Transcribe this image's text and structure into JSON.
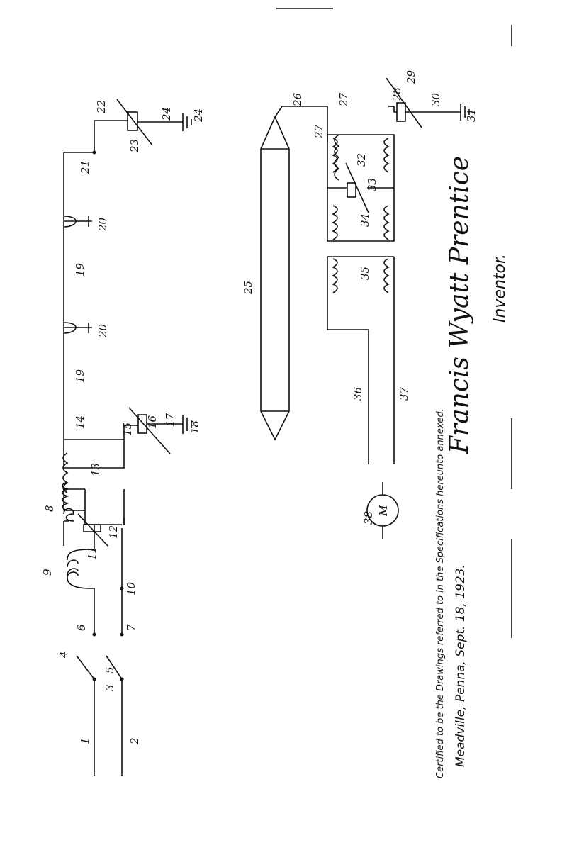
{
  "labels": {
    "l1": "1",
    "l2": "2",
    "l3": "3",
    "l4": "4",
    "l5": "5",
    "l6": "6",
    "l7": "7",
    "l8": "8",
    "l9": "9",
    "l10": "10",
    "l11": "11",
    "l12": "12",
    "l13": "13",
    "l14": "14",
    "l15": "15",
    "l16": "16",
    "l17": "17",
    "l18": "18",
    "l19a": "19",
    "l19b": "19",
    "l20a": "20",
    "l20b": "20",
    "l21": "21",
    "l22": "22",
    "l23": "23",
    "l24a": "24",
    "l24b": "24",
    "l25": "25",
    "l26": "26",
    "l27a": "27",
    "l27b": "27",
    "l28": "28",
    "l29": "29",
    "l30": "30",
    "l31": "31",
    "l32": "32",
    "l33": "33",
    "l34": "34",
    "l35": "35",
    "l36": "36",
    "l37": "37",
    "l38": "38",
    "motor": "M"
  },
  "certification": "Certified to be the Drawings referred to in the Specifications hereunto annexed.",
  "location_date": "Meadville, Penna, Sept. 18, 1923.",
  "signature": "Francis Wyatt Prentice",
  "inventor_caption": "Inventor."
}
